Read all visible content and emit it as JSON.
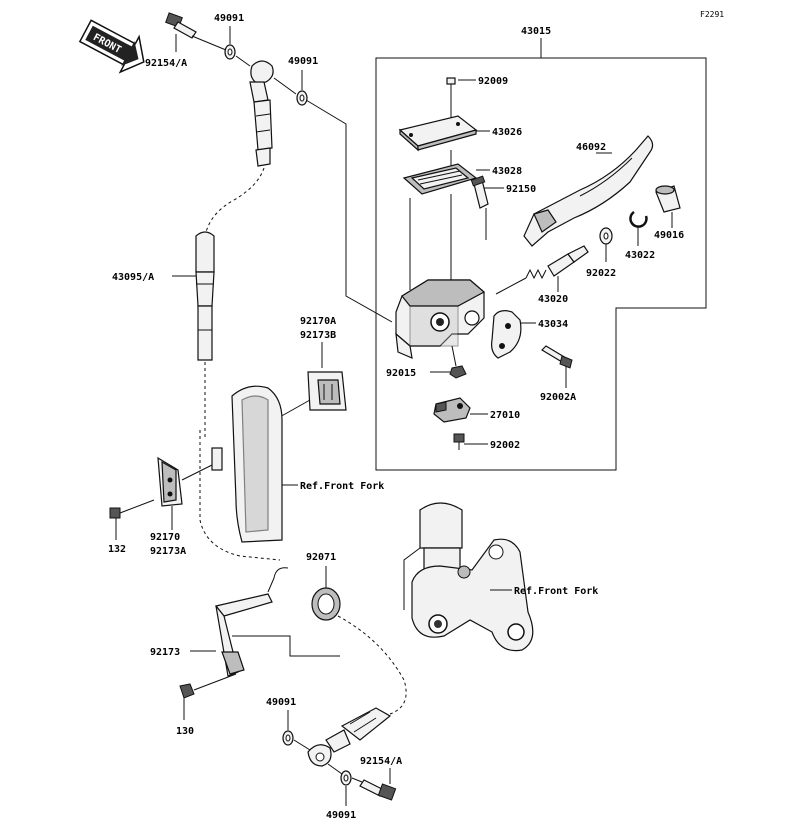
{
  "figure_code": "F2291",
  "direction_badge": "FRONT",
  "callouts": {
    "p43015": "43015",
    "p92009": "92009",
    "p43026": "43026",
    "p43028": "43028",
    "p46092": "46092",
    "p92150": "92150",
    "p49016": "49016",
    "p43022": "43022",
    "p92022": "92022",
    "p43020": "43020",
    "p43034": "43034",
    "p92015": "92015",
    "p92002A": "92002A",
    "p27010": "27010",
    "p92002": "92002",
    "p49091_a": "49091",
    "p92154A_top": "92154/A",
    "p49091_b": "49091",
    "p43095A": "43095/A",
    "p92170A": "92170A",
    "p92173B": "92173B",
    "ref_front_fork_1": "Ref.Front Fork",
    "p132": "132",
    "p92170": "92170",
    "p92173A": "92173A",
    "p92071": "92071",
    "ref_front_fork_2": "Ref.Front Fork",
    "p92173": "92173",
    "p130": "130",
    "p49091_c": "49091",
    "p92154A_bot": "92154/A",
    "p49091_d": "49091"
  }
}
